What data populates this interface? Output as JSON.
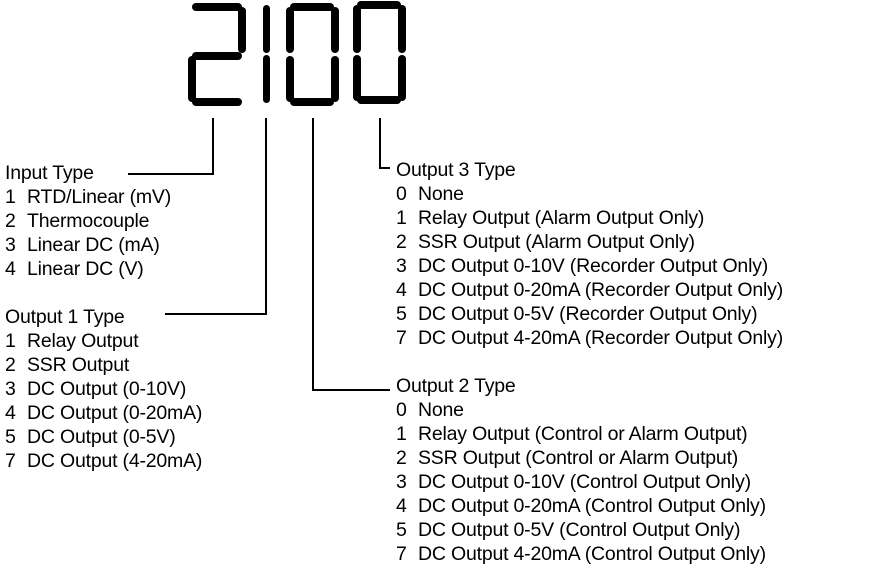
{
  "display": {
    "code": "2100",
    "digits": [
      "2",
      "1",
      "0",
      "0"
    ]
  },
  "groups": {
    "input": {
      "title": "Input Type",
      "items": [
        {
          "code": "1",
          "label": "RTD/Linear (mV)"
        },
        {
          "code": "2",
          "label": "Thermocouple"
        },
        {
          "code": "3",
          "label": "Linear DC (mA)"
        },
        {
          "code": "4",
          "label": "Linear DC (V)"
        }
      ]
    },
    "output1": {
      "title": "Output 1 Type",
      "items": [
        {
          "code": "1",
          "label": "Relay Output"
        },
        {
          "code": "2",
          "label": "SSR Output"
        },
        {
          "code": "3",
          "label": "DC Output (0-10V)"
        },
        {
          "code": "4",
          "label": "DC Output (0-20mA)"
        },
        {
          "code": "5",
          "label": "DC Output (0-5V)"
        },
        {
          "code": "7",
          "label": "DC Output (4-20mA)"
        }
      ]
    },
    "output3": {
      "title": "Output 3 Type",
      "items": [
        {
          "code": "0",
          "label": "None"
        },
        {
          "code": "1",
          "label": "Relay Output (Alarm Output Only)"
        },
        {
          "code": "2",
          "label": "SSR Output (Alarm Output Only)"
        },
        {
          "code": "3",
          "label": "DC Output 0-10V (Recorder Output Only)"
        },
        {
          "code": "4",
          "label": "DC Output 0-20mA (Recorder Output Only)"
        },
        {
          "code": "5",
          "label": "DC Output 0-5V (Recorder Output Only)"
        },
        {
          "code": "7",
          "label": "DC Output 4-20mA (Recorder Output Only)"
        }
      ]
    },
    "output2": {
      "title": "Output 2 Type",
      "items": [
        {
          "code": "0",
          "label": "None"
        },
        {
          "code": "1",
          "label": "Relay Output (Control or Alarm Output)"
        },
        {
          "code": "2",
          "label": "SSR Output (Control or Alarm Output)"
        },
        {
          "code": "3",
          "label": "DC Output 0-10V (Control Output Only)"
        },
        {
          "code": "4",
          "label": "DC Output 0-20mA (Control Output Only)"
        },
        {
          "code": "5",
          "label": "DC Output 0-5V (Control Output Only)"
        },
        {
          "code": "7",
          "label": "DC Output 4-20mA (Control Output Only)"
        }
      ]
    }
  }
}
